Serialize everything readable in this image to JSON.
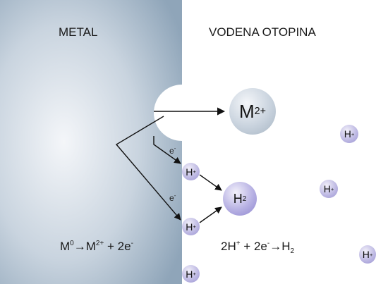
{
  "regions": {
    "metal": "METAL",
    "solution": "VODENA OTOPINA"
  },
  "ions": {
    "metal_ion": {
      "base": "M",
      "sup": "2+"
    },
    "hydrogen_molecule": {
      "base": "H",
      "sub": "2"
    },
    "hydrogen_ion": {
      "base": "H",
      "sup": "+"
    }
  },
  "electron": {
    "base": "e",
    "sup": "-"
  },
  "equations": {
    "anodic": {
      "m_base": "M",
      "m_sup_left": "0",
      "arrow": "→",
      "m_sup_right": "2+",
      "rhs": " + 2e",
      "rhs_sup": "-"
    },
    "cathodic": {
      "lhs": "2H",
      "lhs_sup": "+",
      "mid": " + 2e",
      "mid_sup": "-",
      "arrow": "→",
      "prod_base": "H",
      "prod_sub": "2"
    }
  },
  "colors": {
    "metal_light": "#f3f5f8",
    "metal_dark": "#8ea4b8",
    "metal_ion": "#bfcad6",
    "hydrogen": "#b3ace0",
    "arrow": "#111111"
  }
}
